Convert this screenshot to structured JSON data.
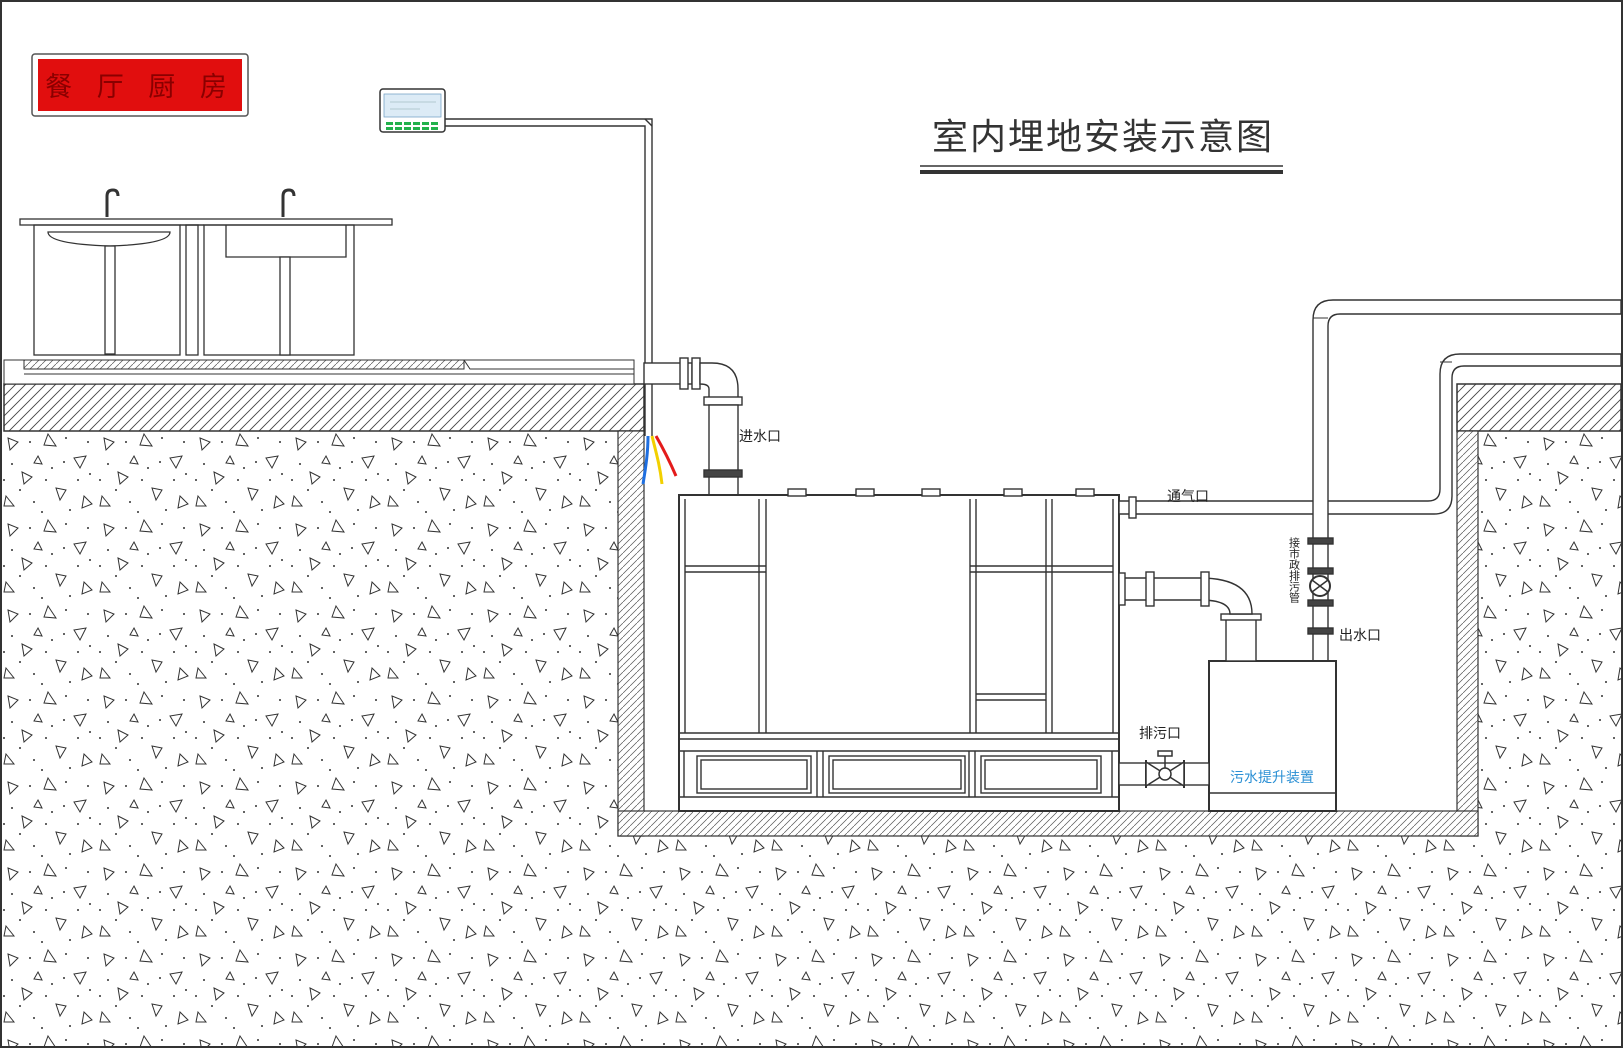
{
  "sign": {
    "text": "餐 厅 厨 房",
    "bg": "#e10e0e"
  },
  "title": "室内埋地安装示意图",
  "labels": {
    "inlet": "进水口",
    "vent": "通气口",
    "outlet": "出水口",
    "drain": "排污口",
    "lift_device": "污水提升装置",
    "municipal_pipe": "接市政排污管"
  },
  "colors": {
    "line": "#333333",
    "pipe_fill": "#ffffff",
    "panel_screen": "#dcebf6",
    "panel_led": "#22b14c",
    "wire_blue": "#1f6fe0",
    "wire_yellow": "#f2d000",
    "wire_red": "#e41b1b",
    "lift_label": "#2a8fd4"
  }
}
